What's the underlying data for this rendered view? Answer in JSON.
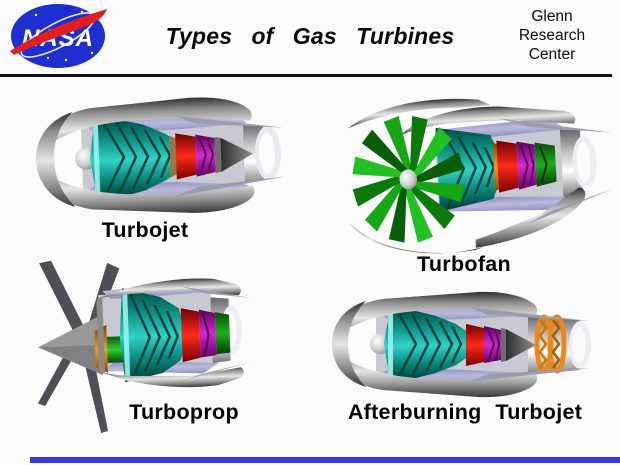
{
  "header": {
    "logo_text": "NASA",
    "title": "Types of Gas Turbines",
    "org": [
      "Glenn",
      "Research",
      "Center"
    ]
  },
  "engines": [
    {
      "id": "turbojet",
      "label": "Turbojet"
    },
    {
      "id": "turbofan",
      "label": "Turbofan"
    },
    {
      "id": "turboprop",
      "label": "Turboprop"
    },
    {
      "id": "afterburning-turbojet",
      "label": "Afterburning Turbojet"
    }
  ],
  "colors": {
    "nasa_blue": "#1e2ed0",
    "nasa_red": "#e31e1e",
    "casing_gray": "#a8a8a8",
    "lining_lavender": "#a2a2d0",
    "compressor_teal": "#0ea89e",
    "combustor_red": "#e01010",
    "turbine_magenta": "#bb12bb",
    "fan_green": "#14a014",
    "afterburner_orange": "#e8891a",
    "propeller_gray": "#4f4f55",
    "rule_black": "#121212",
    "footer_blue": "#3b3bcf"
  }
}
